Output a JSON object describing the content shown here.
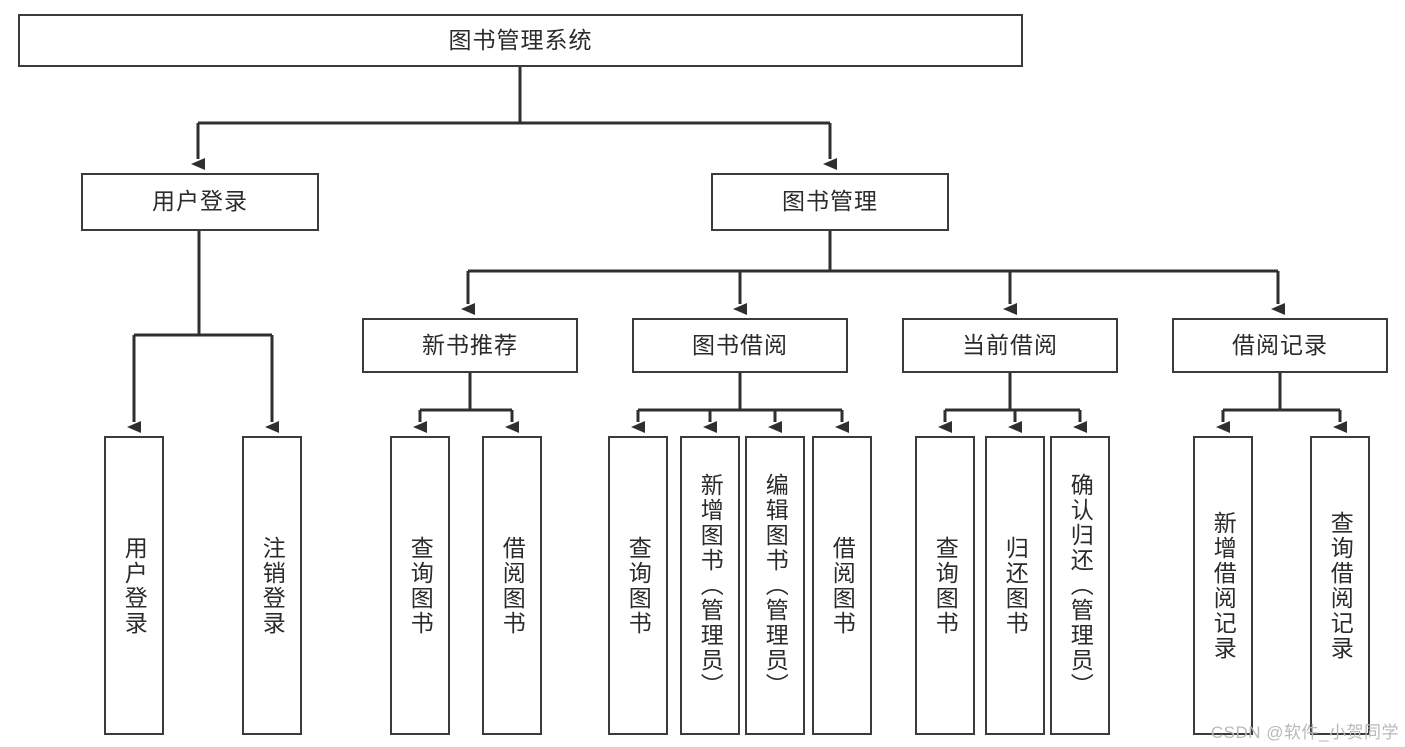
{
  "diagram": {
    "title": "图书管理系统",
    "type": "hierarchy-tree",
    "root": {
      "id": "root",
      "label": "图书管理系统"
    },
    "level2": [
      {
        "id": "user-login",
        "label": "用户登录"
      },
      {
        "id": "book-manage",
        "label": "图书管理"
      }
    ],
    "level3": [
      {
        "id": "new-book-rec",
        "label": "新书推荐"
      },
      {
        "id": "book-borrow",
        "label": "图书借阅"
      },
      {
        "id": "current-borrow",
        "label": "当前借阅"
      },
      {
        "id": "borrow-record",
        "label": "借阅记录"
      }
    ],
    "leaves": [
      {
        "id": "leaf-user-login",
        "label": "用户登录",
        "parent": "用户登录"
      },
      {
        "id": "leaf-logout",
        "label": "注销登录",
        "parent": "用户登录"
      },
      {
        "id": "leaf-query-book-1",
        "label": "查询图书",
        "parent": "新书推荐"
      },
      {
        "id": "leaf-borrow-book-1",
        "label": "借阅图书",
        "parent": "新书推荐"
      },
      {
        "id": "leaf-query-book-2",
        "label": "查询图书",
        "parent": "图书借阅"
      },
      {
        "id": "leaf-add-book",
        "label": "新增图书（管理员）",
        "parent": "图书借阅"
      },
      {
        "id": "leaf-edit-book",
        "label": "编辑图书（管理员）",
        "parent": "图书借阅"
      },
      {
        "id": "leaf-borrow-book-2",
        "label": "借阅图书",
        "parent": "图书借阅"
      },
      {
        "id": "leaf-query-book-3",
        "label": "查询图书",
        "parent": "当前借阅"
      },
      {
        "id": "leaf-return-book",
        "label": "归还图书",
        "parent": "当前借阅"
      },
      {
        "id": "leaf-confirm-return",
        "label": "确认归还（管理员）",
        "parent": "当前借阅"
      },
      {
        "id": "leaf-add-record",
        "label": "新增借阅记录",
        "parent": "借阅记录"
      },
      {
        "id": "leaf-query-record",
        "label": "查询借阅记录",
        "parent": "借阅记录"
      }
    ],
    "colors": {
      "box_border": "#3b3b3b",
      "box_fill": "#ffffff",
      "connector": "#2f2f2f",
      "text": "#2b2b2b",
      "watermark": "#b9b9b9"
    }
  },
  "watermark": {
    "text": "CSDN @软件_小贺同学"
  }
}
